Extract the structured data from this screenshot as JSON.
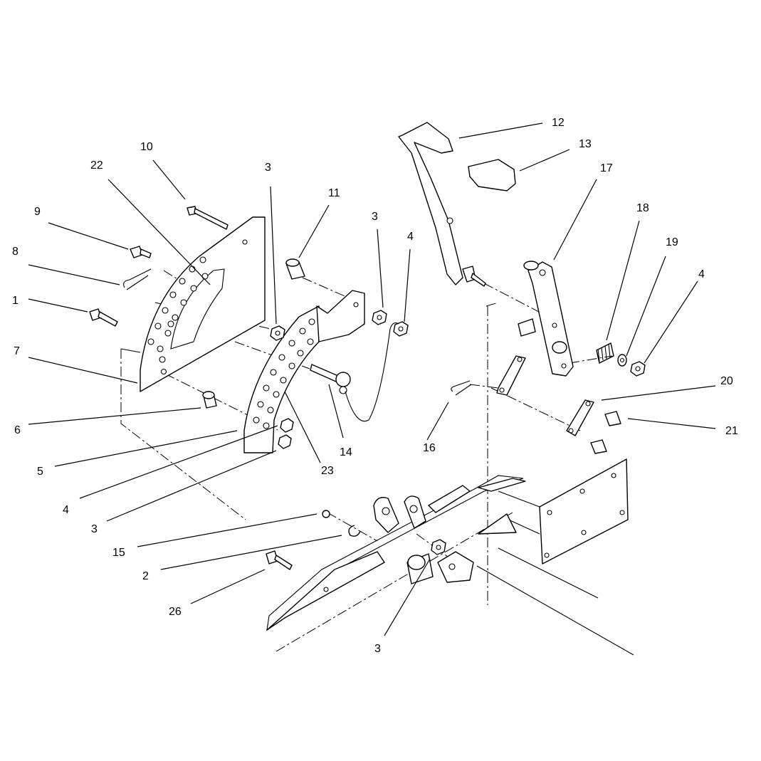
{
  "diagram": {
    "callouts": [
      {
        "id": "c12",
        "label": "12"
      },
      {
        "id": "c13",
        "label": "13"
      },
      {
        "id": "c17",
        "label": "17"
      },
      {
        "id": "c18",
        "label": "18"
      },
      {
        "id": "c19",
        "label": "19"
      },
      {
        "id": "c4a",
        "label": "4"
      },
      {
        "id": "c10",
        "label": "10"
      },
      {
        "id": "c22",
        "label": "22"
      },
      {
        "id": "c3a",
        "label": "3"
      },
      {
        "id": "c11",
        "label": "11"
      },
      {
        "id": "c3b",
        "label": "3"
      },
      {
        "id": "c4b",
        "label": "4"
      },
      {
        "id": "c9",
        "label": "9"
      },
      {
        "id": "c8",
        "label": "8"
      },
      {
        "id": "c1",
        "label": "1"
      },
      {
        "id": "c7",
        "label": "7"
      },
      {
        "id": "c6",
        "label": "6"
      },
      {
        "id": "c5",
        "label": "5"
      },
      {
        "id": "c4c",
        "label": "4"
      },
      {
        "id": "c3c",
        "label": "3"
      },
      {
        "id": "c23",
        "label": "23"
      },
      {
        "id": "c14",
        "label": "14"
      },
      {
        "id": "c16",
        "label": "16"
      },
      {
        "id": "c20",
        "label": "20"
      },
      {
        "id": "c21",
        "label": "21"
      },
      {
        "id": "c15",
        "label": "15"
      },
      {
        "id": "c2",
        "label": "2"
      },
      {
        "id": "c26",
        "label": "26"
      },
      {
        "id": "c3d",
        "label": "3"
      }
    ]
  }
}
